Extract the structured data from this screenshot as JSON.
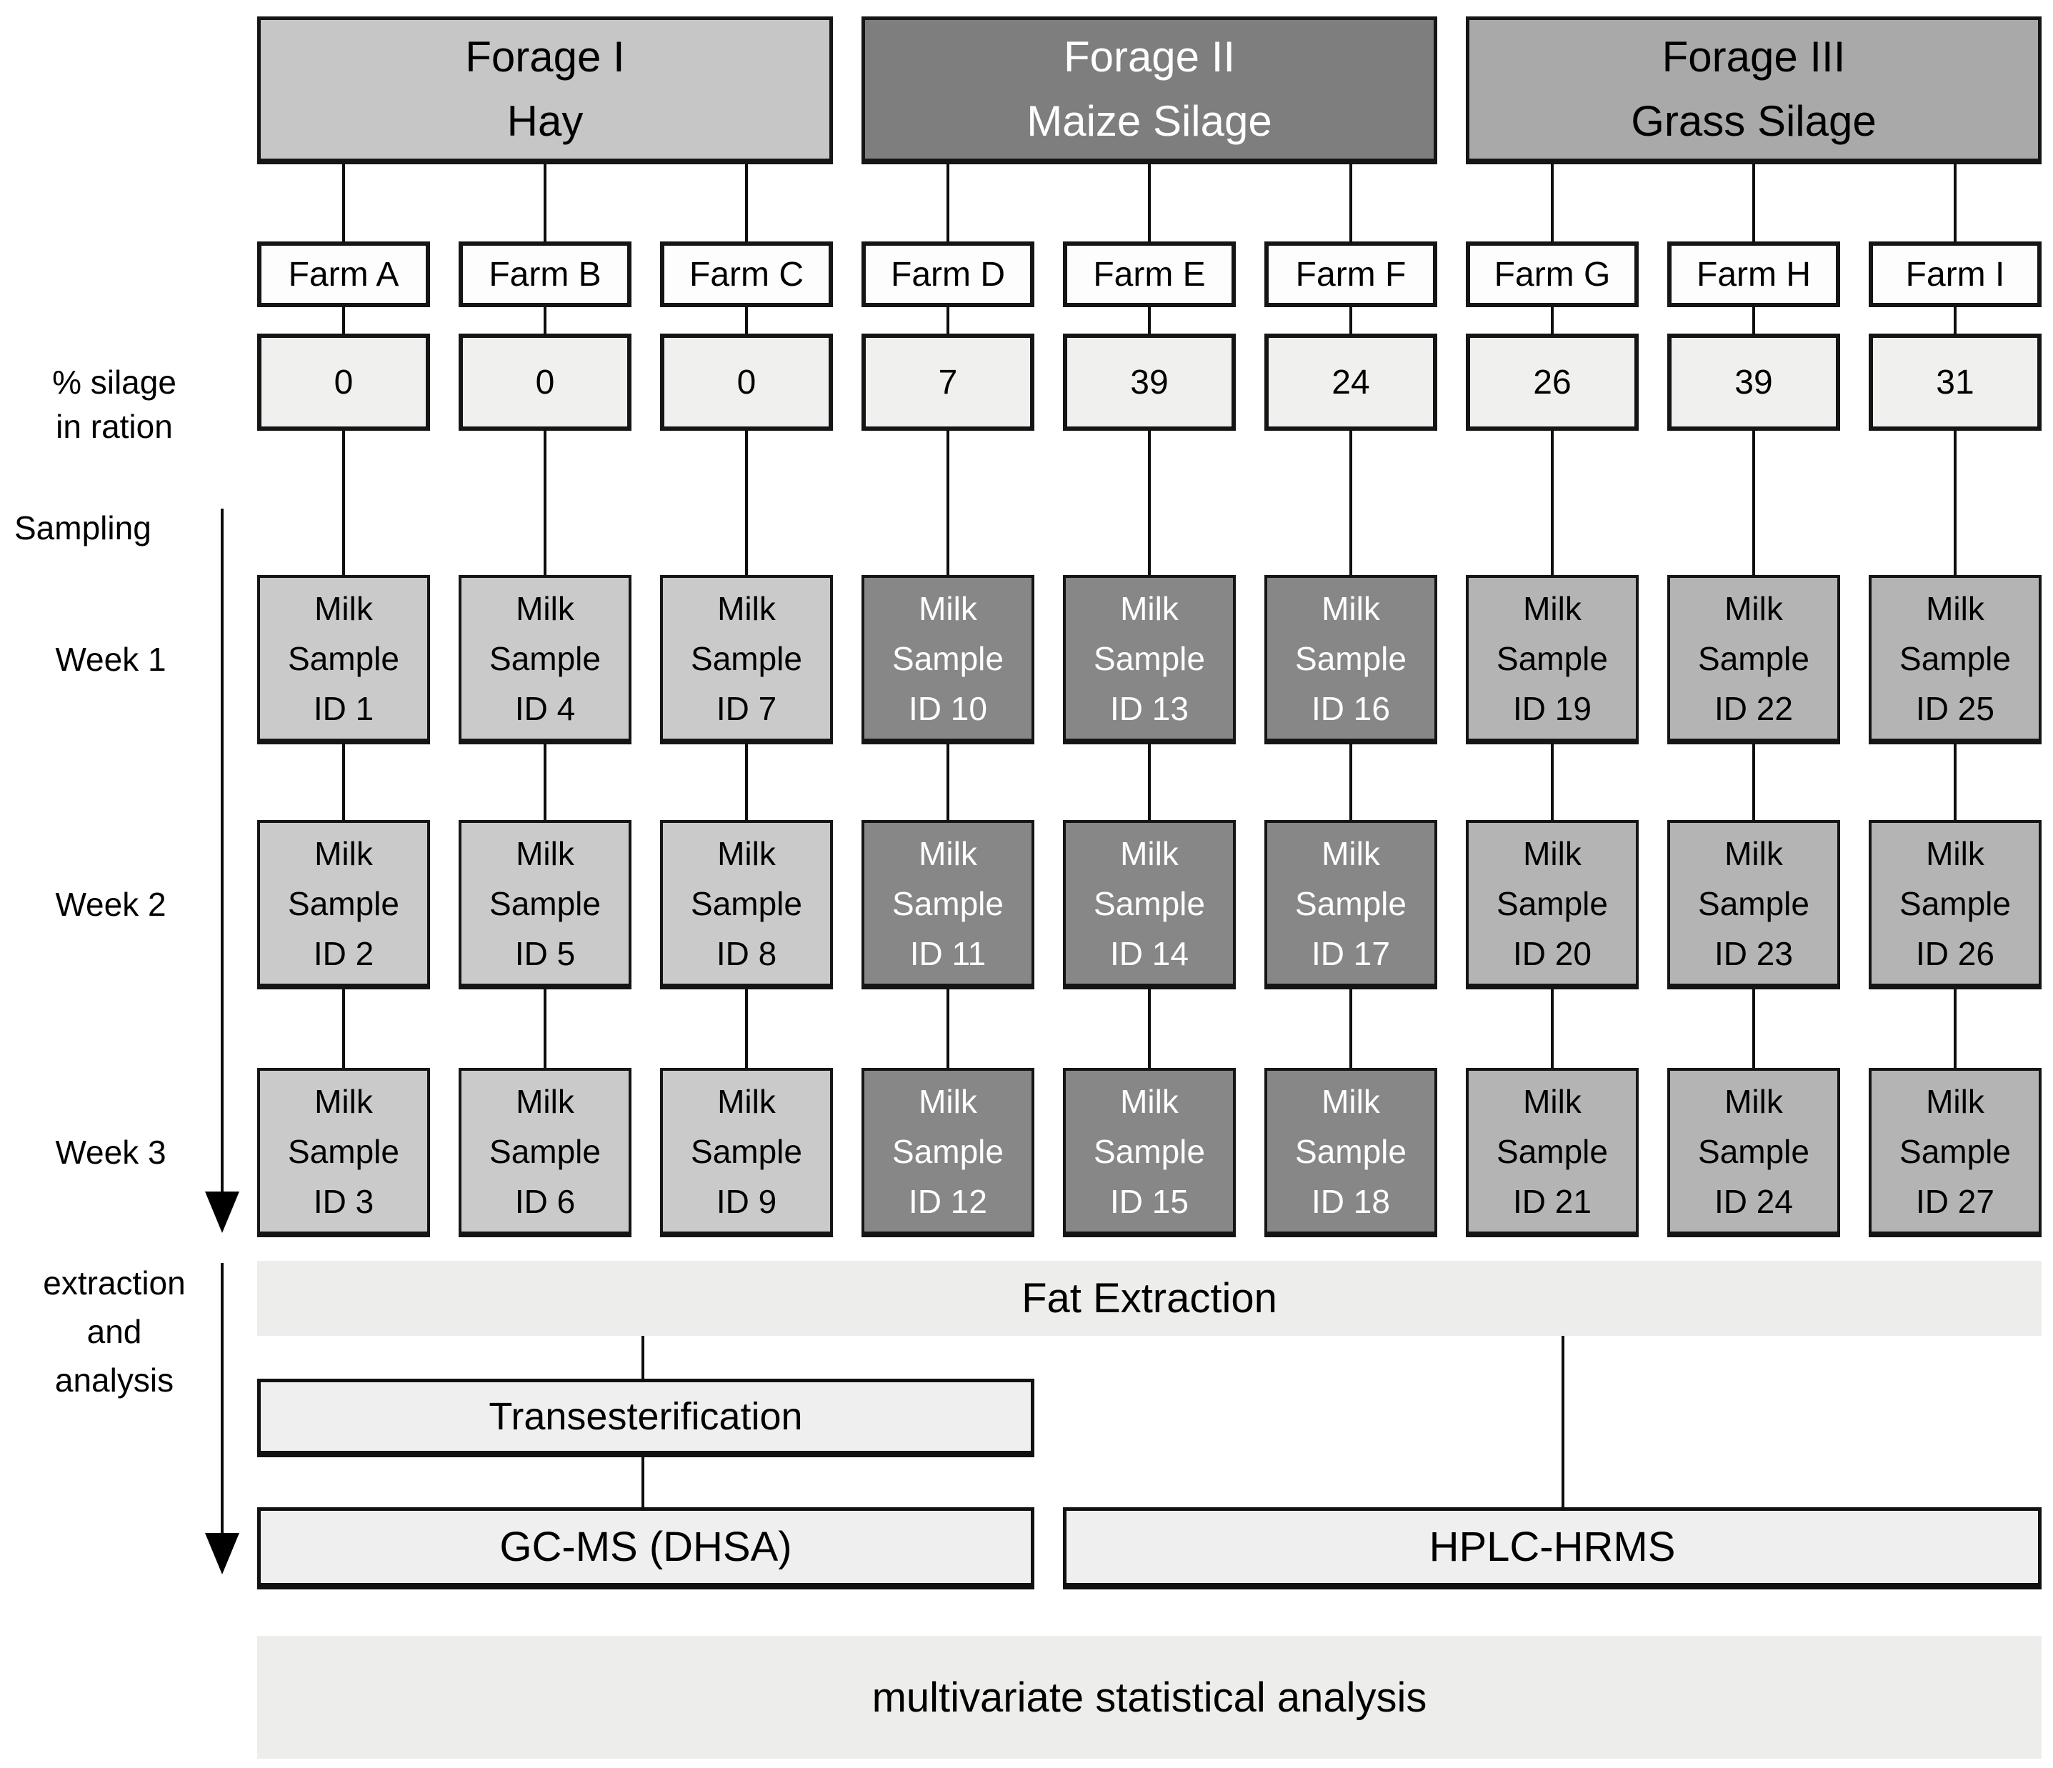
{
  "forage_groups": [
    {
      "name_line1": "Forage I",
      "name_line2": "Hay",
      "header_fill": "#c6c6c6",
      "header_text": "#000000",
      "sample_fill": "#cacaca",
      "sample_text": "#000000"
    },
    {
      "name_line1": "Forage II",
      "name_line2": "Maize Silage",
      "header_fill": "#7e7e7e",
      "header_text": "#ffffff",
      "sample_fill": "#878787",
      "sample_text": "#ffffff"
    },
    {
      "name_line1": "Forage III",
      "name_line2": "Grass Silage",
      "header_fill": "#a9a9a9",
      "header_text": "#000000",
      "sample_fill": "#b4b4b4",
      "sample_text": "#000000"
    }
  ],
  "farms": [
    {
      "name": "Farm A",
      "group": 0,
      "silage_pct": "0",
      "sample_labels": [
        "ID 1",
        "ID 2",
        "ID 3"
      ]
    },
    {
      "name": "Farm B",
      "group": 0,
      "silage_pct": "0",
      "sample_labels": [
        "ID 4",
        "ID 5",
        "ID 6"
      ]
    },
    {
      "name": "Farm C",
      "group": 0,
      "silage_pct": "0",
      "sample_labels": [
        "ID 7",
        "ID 8",
        "ID 9"
      ]
    },
    {
      "name": "Farm D",
      "group": 1,
      "silage_pct": "7",
      "sample_labels": [
        "ID 10",
        "ID 11",
        "ID 12"
      ]
    },
    {
      "name": "Farm E",
      "group": 1,
      "silage_pct": "39",
      "sample_labels": [
        "ID 13",
        "ID 14",
        "ID 15"
      ]
    },
    {
      "name": "Farm F",
      "group": 1,
      "silage_pct": "24",
      "sample_labels": [
        "ID 16",
        "ID 17",
        "ID 18"
      ]
    },
    {
      "name": "Farm G",
      "group": 2,
      "silage_pct": "26",
      "sample_labels": [
        "ID 19",
        "ID 20",
        "ID 21"
      ]
    },
    {
      "name": "Farm H",
      "group": 2,
      "silage_pct": "39",
      "sample_labels": [
        "ID 22",
        "ID 23",
        "ID 24"
      ]
    },
    {
      "name": "Farm I",
      "group": 2,
      "silage_pct": "31",
      "sample_labels": [
        "ID 25",
        "ID 26",
        "ID 27"
      ]
    }
  ],
  "sample_box_words": {
    "line1": "Milk",
    "line2": "Sample"
  },
  "left_labels": {
    "silage_line1": "% silage",
    "silage_line2": "in ration",
    "sampling": "Sampling",
    "weeks": [
      "Week 1",
      "Week 2",
      "Week 3"
    ],
    "extraction_lines": [
      "extraction",
      "and",
      "analysis"
    ]
  },
  "process_boxes": {
    "fat_extraction": "Fat Extraction",
    "transesterification": "Transesterification",
    "gc_ms": "GC-MS (DHSA)",
    "hplc_hrms": "HPLC-HRMS",
    "multivariate": "multivariate statistical analysis"
  },
  "colors": {
    "background": "#ffffff",
    "farm_box_fill": "#fdfdfd",
    "pct_box_fill": "#f0f0ee",
    "process_box_fill": "#efefef",
    "wide_box_fill": "#ededeb",
    "line": "#0d0d0d",
    "border": "#151515"
  }
}
